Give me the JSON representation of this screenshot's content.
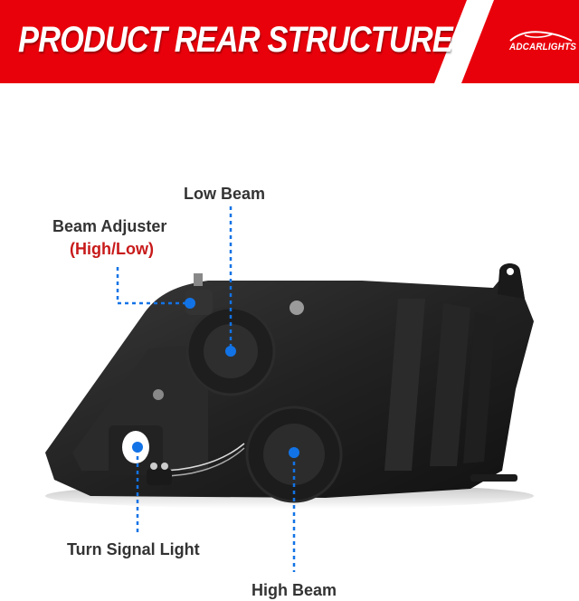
{
  "banner": {
    "title": "PRODUCT REAR STRUCTURE",
    "brand": "ADCARLIGHTS",
    "background_color": "#e8000b"
  },
  "callouts": [
    {
      "id": "low-beam",
      "label": "Low Beam"
    },
    {
      "id": "beam-adjuster",
      "label": "Beam Adjuster",
      "sublabel": "(High/Low)",
      "sublabel_color": "#c81a1a"
    },
    {
      "id": "turn-signal",
      "label": "Turn Signal Light"
    },
    {
      "id": "high-beam",
      "label": "High Beam"
    }
  ],
  "callout_color": "#1273e6"
}
